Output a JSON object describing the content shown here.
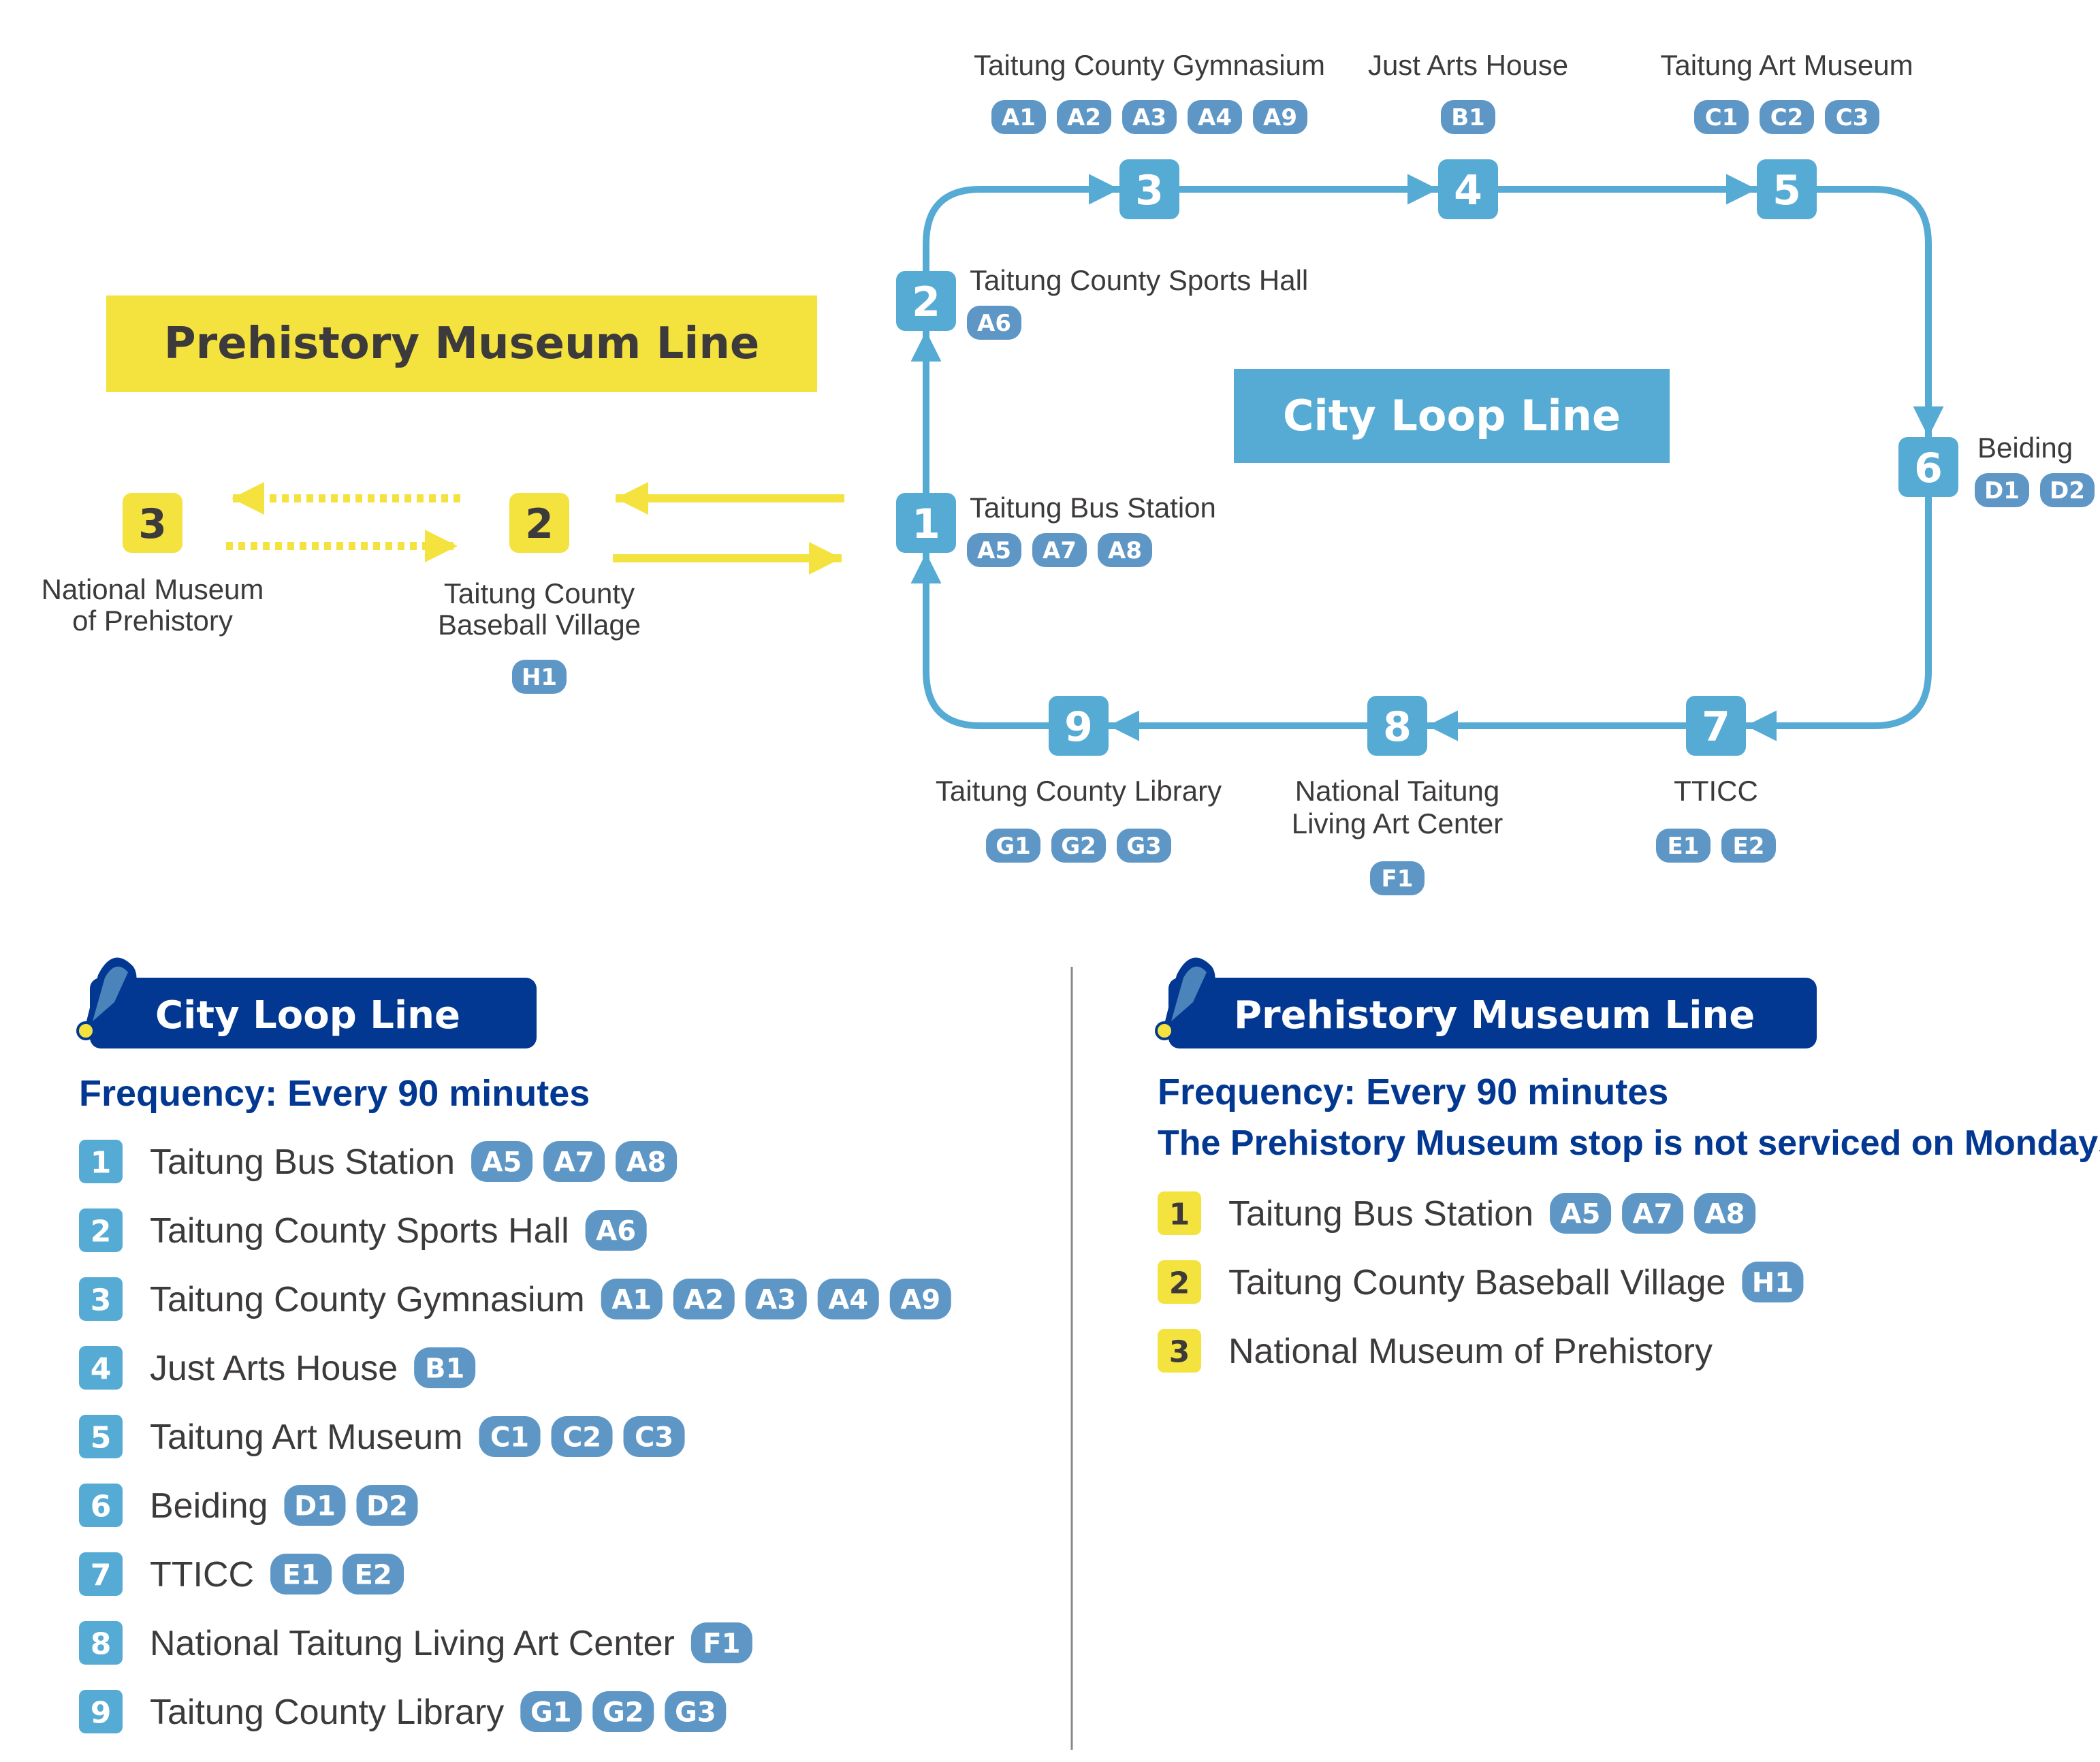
{
  "colors": {
    "loop": "#56abd4",
    "badge": "#5e97c5",
    "navy": "#023891",
    "yellow": "#f4e23f",
    "text": "#3d3a3b"
  },
  "map": {
    "prehistory_title": "Prehistory Museum Line",
    "loop_title": "City Loop Line",
    "loop_stations": [
      {
        "num": "1",
        "name": [
          "Taitung Bus Station"
        ],
        "codes": [
          "A5",
          "A7",
          "A8"
        ]
      },
      {
        "num": "2",
        "name": [
          "Taitung County Sports Hall"
        ],
        "codes": [
          "A6"
        ]
      },
      {
        "num": "3",
        "name": [
          "Taitung County Gymnasium"
        ],
        "codes": [
          "A1",
          "A2",
          "A3",
          "A4",
          "A9"
        ]
      },
      {
        "num": "4",
        "name": [
          "Just Arts House"
        ],
        "codes": [
          "B1"
        ]
      },
      {
        "num": "5",
        "name": [
          "Taitung Art Museum"
        ],
        "codes": [
          "C1",
          "C2",
          "C3"
        ]
      },
      {
        "num": "6",
        "name": [
          "Beiding"
        ],
        "codes": [
          "D1",
          "D2"
        ]
      },
      {
        "num": "7",
        "name": [
          "TTICC"
        ],
        "codes": [
          "E1",
          "E2"
        ]
      },
      {
        "num": "8",
        "name": [
          "National Taitung",
          "Living Art Center"
        ],
        "codes": [
          "F1"
        ]
      },
      {
        "num": "9",
        "name": [
          "Taitung County Library"
        ],
        "codes": [
          "G1",
          "G2",
          "G3"
        ]
      }
    ],
    "prehistory_stations": [
      {
        "num": "2",
        "name": [
          "Taitung County",
          "Baseball Village"
        ],
        "codes": [
          "H1"
        ]
      },
      {
        "num": "3",
        "name": [
          "National Museum",
          "of Prehistory"
        ],
        "codes": []
      }
    ]
  },
  "legend": {
    "city_loop": {
      "title": "City Loop Line",
      "frequency": "Frequency: Every 90 minutes",
      "items": [
        {
          "num": "1",
          "name": "Taitung Bus Station",
          "codes": [
            "A5",
            "A7",
            "A8"
          ]
        },
        {
          "num": "2",
          "name": "Taitung County Sports Hall",
          "codes": [
            "A6"
          ]
        },
        {
          "num": "3",
          "name": "Taitung County Gymnasium",
          "codes": [
            "A1",
            "A2",
            "A3",
            "A4",
            "A9"
          ]
        },
        {
          "num": "4",
          "name": "Just Arts House",
          "codes": [
            "B1"
          ]
        },
        {
          "num": "5",
          "name": "Taitung Art Museum",
          "codes": [
            "C1",
            "C2",
            "C3"
          ]
        },
        {
          "num": "6",
          "name": "Beiding",
          "codes": [
            "D1",
            "D2"
          ]
        },
        {
          "num": "7",
          "name": "TTICC",
          "codes": [
            "E1",
            "E2"
          ]
        },
        {
          "num": "8",
          "name": "National Taitung Living Art Center",
          "codes": [
            "F1"
          ]
        },
        {
          "num": "9",
          "name": "Taitung County Library",
          "codes": [
            "G1",
            "G2",
            "G3"
          ]
        }
      ]
    },
    "prehistory": {
      "title": "Prehistory Museum Line",
      "frequency": "Frequency: Every 90 minutes",
      "note": "The Prehistory Museum stop is not serviced on Mondays.",
      "items": [
        {
          "num": "1",
          "name": "Taitung Bus Station",
          "codes": [
            "A5",
            "A7",
            "A8"
          ]
        },
        {
          "num": "2",
          "name": "Taitung County Baseball Village",
          "codes": [
            "H1"
          ]
        },
        {
          "num": "3",
          "name": "National Museum of Prehistory",
          "codes": []
        }
      ]
    }
  }
}
